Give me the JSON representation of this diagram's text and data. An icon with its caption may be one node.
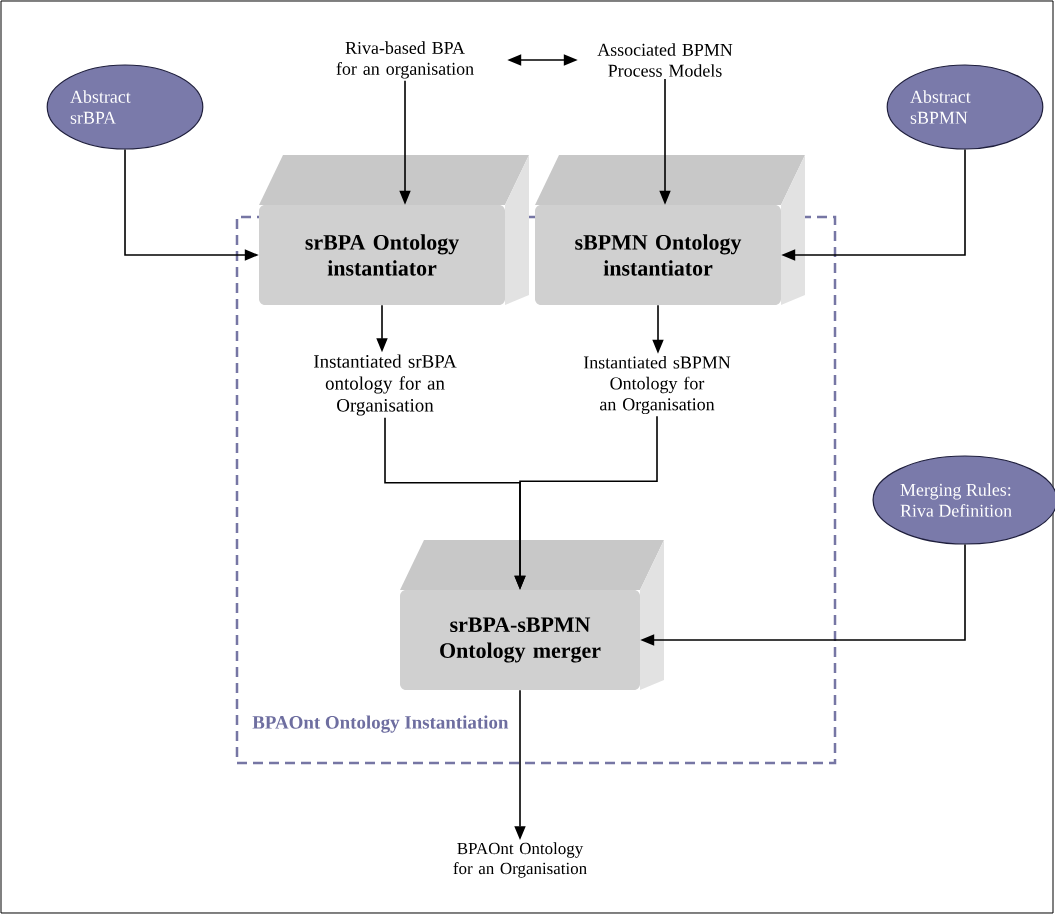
{
  "diagram": {
    "nodes": [
      {
        "text": [
          "BPAOnt Ontology Instantiation"
        ]
      },
      {
        "text": [
          "Riva-based BPA for an organisation"
        ]
      },
      {
        "text": [
          "Associated BPMN Process Models"
        ]
      },
      {
        "text": [
          "Abstract srBPA"
        ]
      },
      {
        "text": [
          "Abstract sBPMN"
        ]
      },
      {
        "text": [
          "srBPA Ontology instantiator"
        ],
        "in": 0
      },
      {
        "text": [
          "sBPMN Ontology instantiator"
        ],
        "in": 0
      },
      {
        "text": [
          "Instantiated srBPA ontology for an Organisation"
        ],
        "in": 0
      },
      {
        "text": [
          "Instantiated sBPMN Ontology for an Organisation"
        ],
        "in": 0
      },
      {
        "text": [
          "Merging Rules: Riva Definition"
        ]
      },
      {
        "text": [
          "srBPA-sBPMN Ontology merger"
        ],
        "in": 0
      },
      {
        "text": [
          "BPAOnt Ontology for an Organisation"
        ]
      }
    ],
    "edges": [
      {
        "from": 1,
        "to": 2,
        "arrow": "both"
      },
      {
        "from": 1,
        "to": 5,
        "arrow": "to"
      },
      {
        "from": 2,
        "to": 6,
        "arrow": "to"
      },
      {
        "from": 3,
        "to": 5,
        "arrow": "to"
      },
      {
        "from": 4,
        "to": 6,
        "arrow": "to"
      },
      {
        "from": 5,
        "to": 7,
        "arrow": "to"
      },
      {
        "from": 6,
        "to": 8,
        "arrow": "to"
      },
      {
        "from": 7,
        "to": 10,
        "arrow": "to"
      },
      {
        "from": 8,
        "to": 10,
        "arrow": "to"
      },
      {
        "from": 9,
        "to": 10,
        "arrow": "to"
      },
      {
        "from": 10,
        "to": 11,
        "arrow": "to"
      }
    ]
  }
}
